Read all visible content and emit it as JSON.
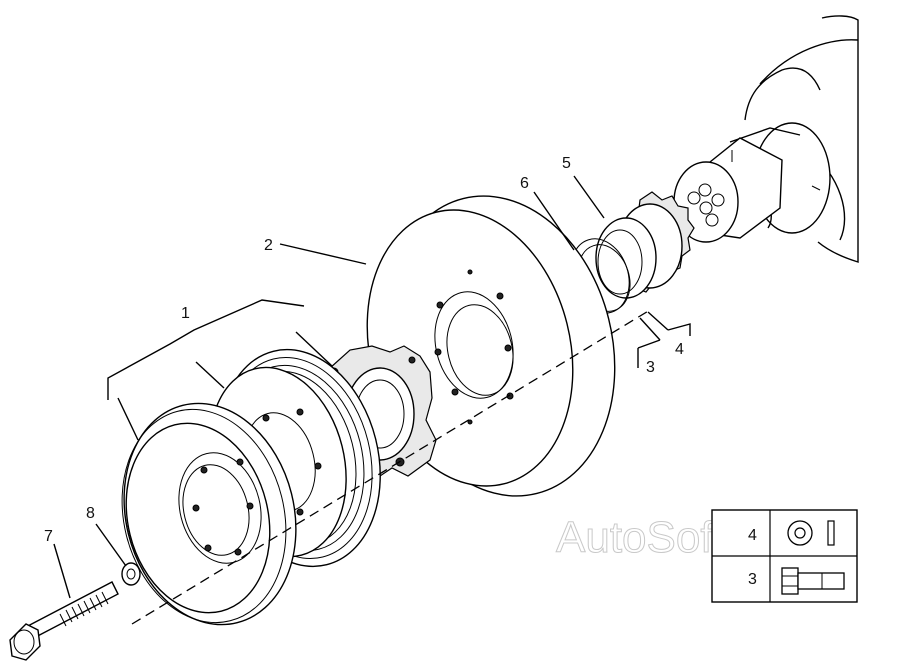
{
  "callouts": {
    "p1": "1",
    "p2": "2",
    "p3": "3",
    "p4": "4",
    "p5": "5",
    "p6": "6",
    "p7": "7",
    "p8": "8"
  },
  "watermark": "AutoSoft",
  "legend": {
    "row4": "4",
    "row3": "3"
  },
  "colors": {
    "line": "#000000",
    "background": "#ffffff",
    "watermark_outline": "#c9c9c9"
  }
}
